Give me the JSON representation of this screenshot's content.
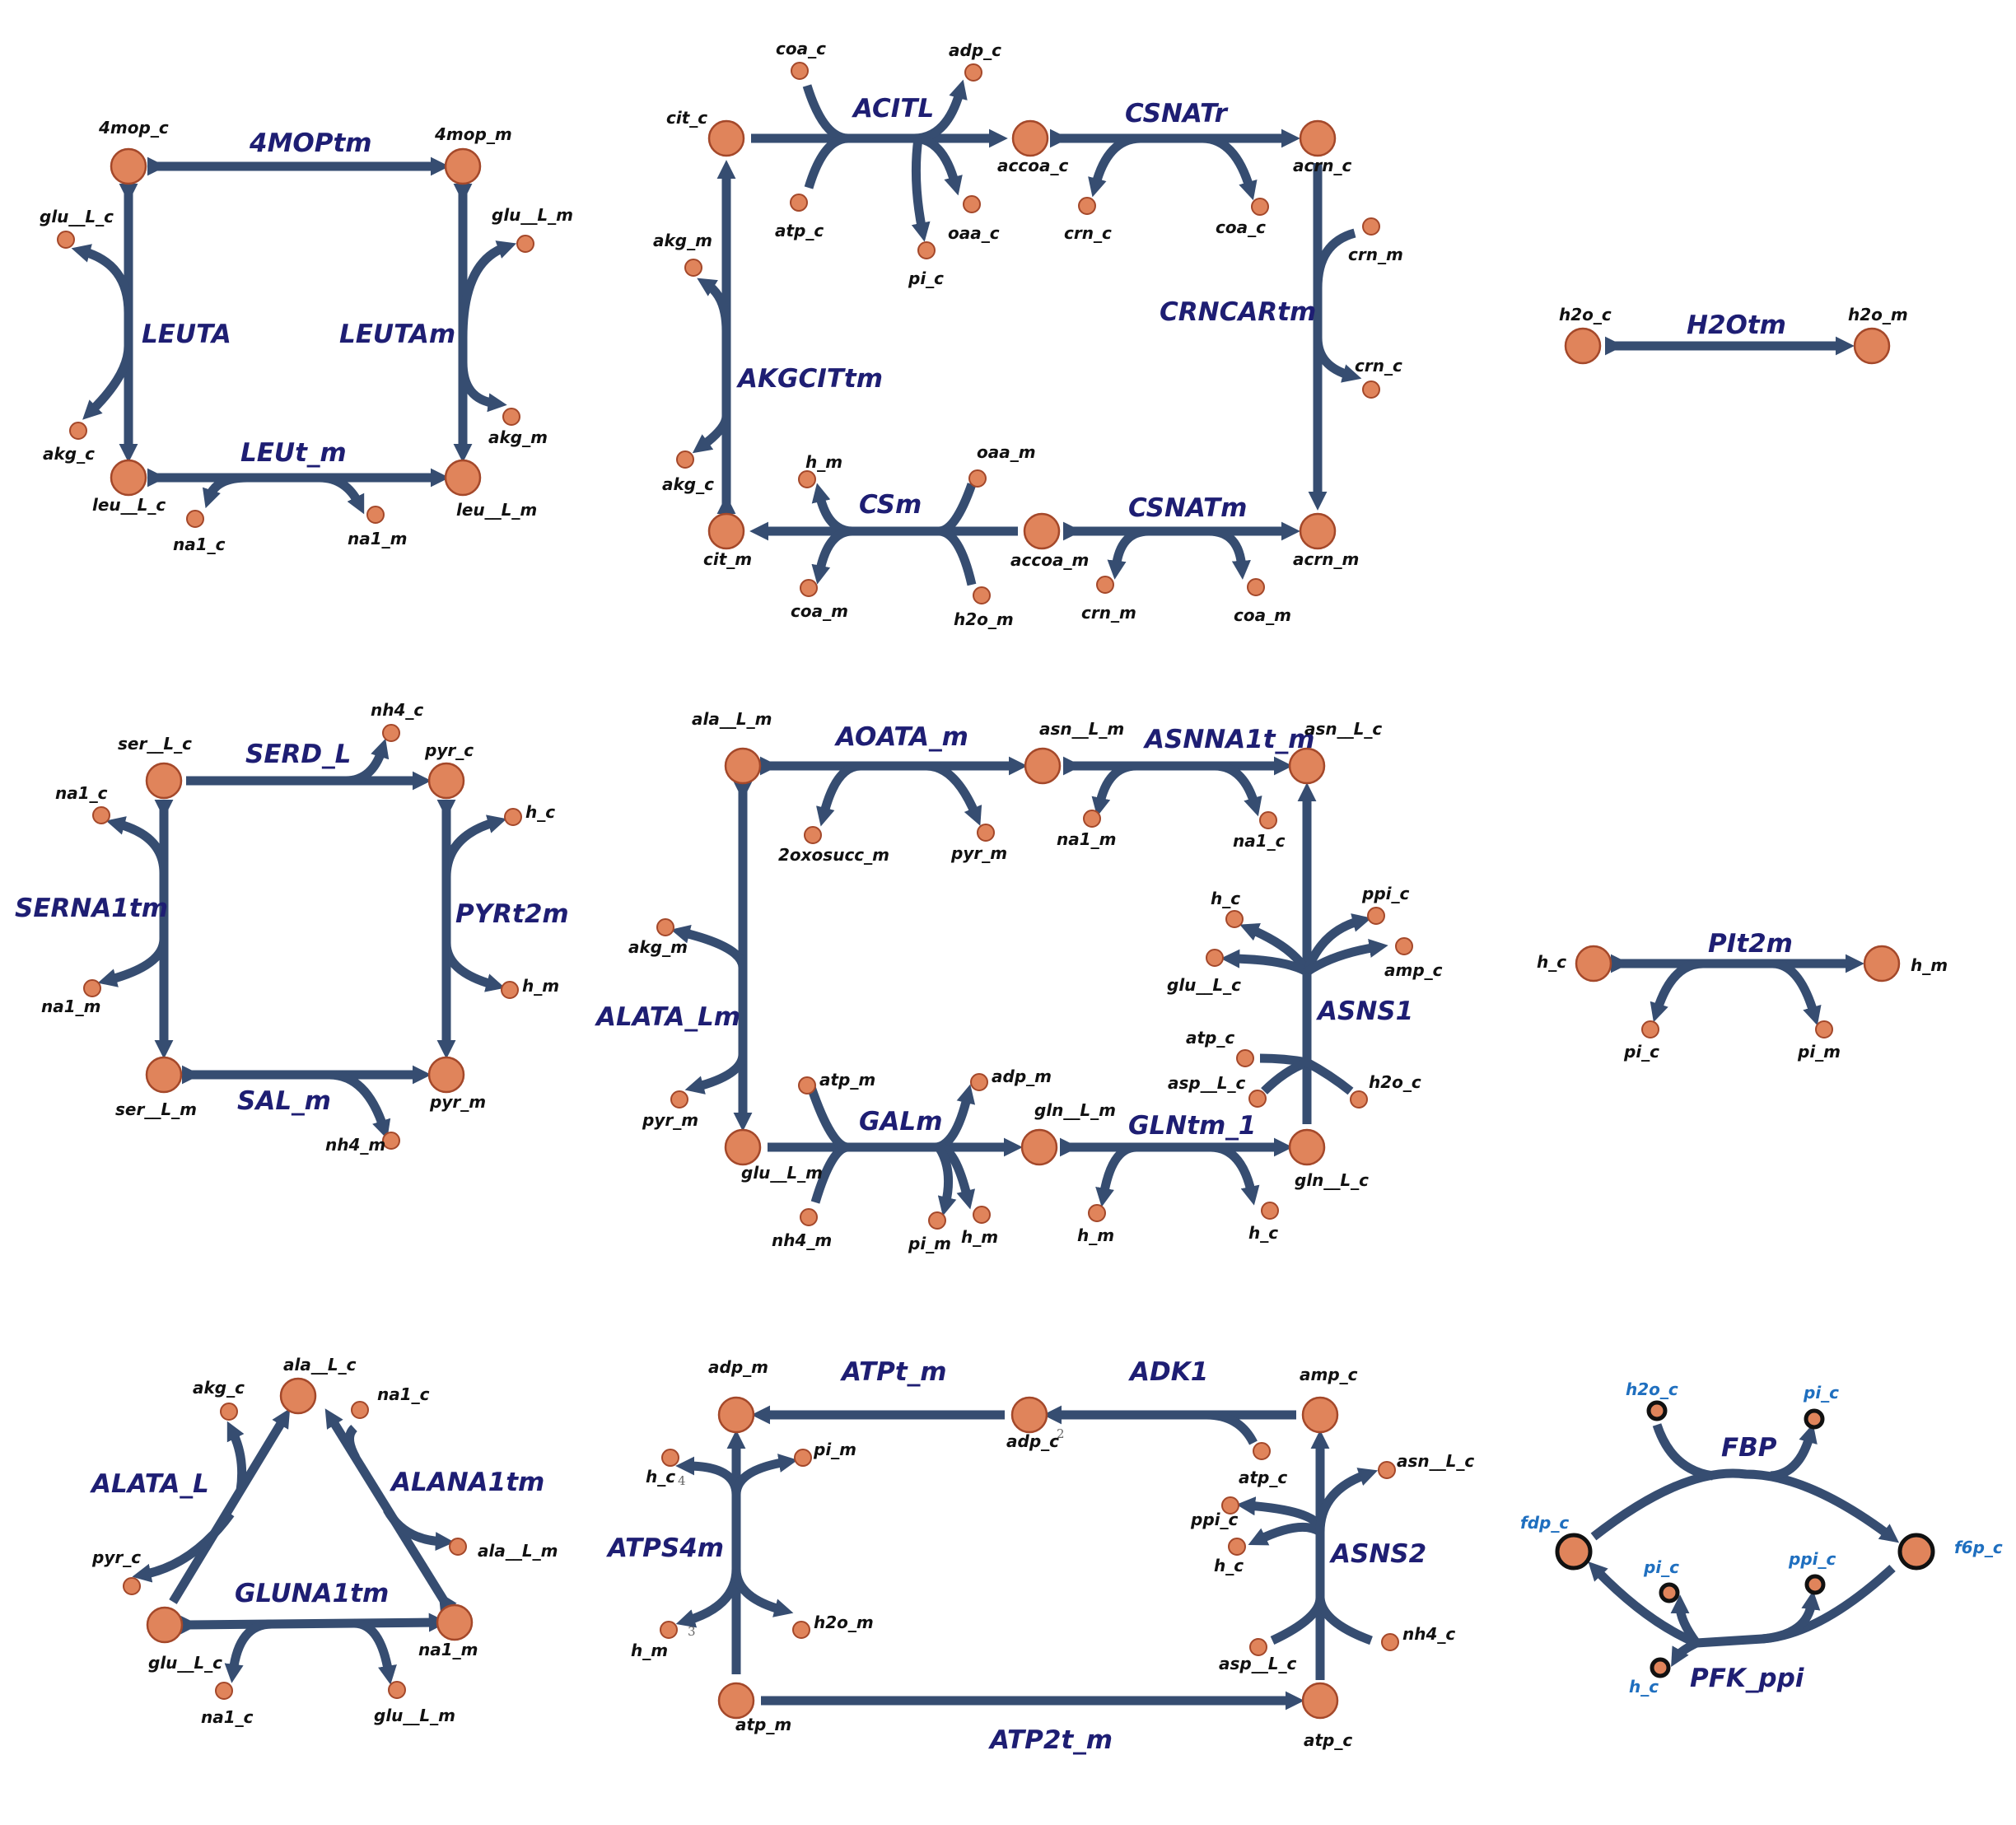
{
  "reactions": {
    "r_4moptm": "4MOPtm",
    "r_leuta": "LEUTA",
    "r_leutam": "LEUTAm",
    "r_leut_m": "LEUt_m",
    "r_acitl": "ACITL",
    "r_csnatr": "CSNATr",
    "r_crncartm": "CRNCARtm",
    "r_akgcittm": "AKGCITtm",
    "r_csm": "CSm",
    "r_csnatm": "CSNATm",
    "r_h2otm": "H2Otm",
    "r_serd_l": "SERD_L",
    "r_serna1tm": "SERNA1tm",
    "r_pyrt2m": "PYRt2m",
    "r_sal_m": "SAL_m",
    "r_aoata_m": "AOATA_m",
    "r_asnna1t_m": "ASNNA1t_m",
    "r_asns1": "ASNS1",
    "r_alata_lm": "ALATA_Lm",
    "r_galm": "GALm",
    "r_glntm_1": "GLNtm_1",
    "r_pit2m": "PIt2m",
    "r_alata_l": "ALATA_L",
    "r_alana1tm": "ALANA1tm",
    "r_gluna1tm": "GLUNA1tm",
    "r_atpt_m": "ATPt_m",
    "r_adk1": "ADK1",
    "r_atps4m": "ATPS4m",
    "r_asns2": "ASNS2",
    "r_atp2t_m": "ATP2t_m",
    "r_fbp": "FBP",
    "r_pfk_ppi": "PFK_ppi"
  },
  "metabolites": {
    "m_4mop_c": "4mop_c",
    "m_4mop_m": "4mop_m",
    "m_glu_L_c_1": "glu__L_c",
    "m_akg_c_1": "akg_c",
    "m_glu_L_m_1": "glu__L_m",
    "m_akg_m_1": "akg_m",
    "m_leu_L_c": "leu__L_c",
    "m_leu_L_m": "leu__L_m",
    "m_na1_c_1": "na1_c",
    "m_na1_m_1": "na1_m",
    "m_cit_c": "cit_c",
    "m_coa_c_1": "coa_c",
    "m_atp_c_1": "atp_c",
    "m_adp_c_1": "adp_c",
    "m_oaa_c": "oaa_c",
    "m_pi_c_1": "pi_c",
    "m_accoa_c": "accoa_c",
    "m_acrn_c": "acrn_c",
    "m_crn_c_1": "crn_c",
    "m_coa_c_2": "coa_c",
    "m_crn_m_1": "crn_m",
    "m_crn_c_2": "crn_c",
    "m_akg_m_2": "akg_m",
    "m_akg_c_2": "akg_c",
    "m_cit_m": "cit_m",
    "m_h_m_1": "h_m",
    "m_coa_m_1": "coa_m",
    "m_oaa_m": "oaa_m",
    "m_h2o_m_1": "h2o_m",
    "m_accoa_m": "accoa_m",
    "m_crn_m_2": "crn_m",
    "m_coa_m_2": "coa_m",
    "m_acrn_m": "acrn_m",
    "m_h2o_c_1": "h2o_c",
    "m_h2o_m_2": "h2o_m",
    "m_ser_L_c": "ser__L_c",
    "m_nh4_c_1": "nh4_c",
    "m_pyr_c": "pyr_c",
    "m_na1_c_2": "na1_c",
    "m_na1_m_2": "na1_m",
    "m_h_c_1": "h_c",
    "m_h_m_2": "h_m",
    "m_ser_L_m": "ser__L_m",
    "m_pyr_m_1": "pyr_m",
    "m_nh4_m_1": "nh4_m",
    "m_ala_L_m_1": "ala__L_m",
    "m_2oxosucc_m": "2oxosucc_m",
    "m_pyr_m_2": "pyr_m",
    "m_asn_L_m": "asn__L_m",
    "m_na1_m_3": "na1_m",
    "m_na1_c_3": "na1_c",
    "m_asn_L_c_1": "asn__L_c",
    "m_h_c_2": "h_c",
    "m_ppi_c_1": "ppi_c",
    "m_glu_L_c_2": "glu__L_c",
    "m_amp_c_1": "amp_c",
    "m_atp_c_2": "atp_c",
    "m_asp_L_c_1": "asp__L_c",
    "m_h2o_c_2": "h2o_c",
    "m_akg_m_3": "akg_m",
    "m_pyr_m_3": "pyr_m",
    "m_glu_L_m_2": "glu__L_m",
    "m_atp_m_1": "atp_m",
    "m_adp_m_1": "adp_m",
    "m_nh4_m_2": "nh4_m",
    "m_pi_m_1": "pi_m",
    "m_h_m_3": "h_m",
    "m_gln_L_m": "gln__L_m",
    "m_gln_L_c": "gln__L_c",
    "m_h_m_4": "h_m",
    "m_h_c_3": "h_c",
    "m_h_c_4": "h_c",
    "m_h_m_5": "h_m",
    "m_pi_c_2": "pi_c",
    "m_pi_m_2": "pi_m",
    "m_ala_L_c": "ala__L_c",
    "m_akg_c_3": "akg_c",
    "m_na1_c_4": "na1_c",
    "m_pyr_c_2": "pyr_c",
    "m_ala_L_m_2": "ala__L_m",
    "m_glu_L_c_3": "glu__L_c",
    "m_na1_m_4": "na1_m",
    "m_na1_c_5": "na1_c",
    "m_glu_L_m_3": "glu__L_m",
    "m_adp_m_2": "adp_m",
    "m_adp_c_2": "adp_c",
    "m_amp_c_2": "amp_c",
    "m_atp_c_3": "atp_c",
    "m_h_c_5": "h_c",
    "m_pi_m_3": "pi_m",
    "m_ppi_c_2": "ppi_c",
    "m_h_c_6": "h_c",
    "m_asn_L_c_2": "asn__L_c",
    "m_h_m_6": "h_m",
    "m_h2o_m_3": "h2o_m",
    "m_asp_L_c_2": "asp__L_c",
    "m_nh4_c_2": "nh4_c",
    "m_atp_m_2": "atp_m",
    "m_atp_c_4": "atp_c",
    "m_h2o_c_3": "h2o_c",
    "m_pi_c_3": "pi_c",
    "m_fdp_c": "fdp_c",
    "m_f6p_c": "f6p_c",
    "m_pi_c_4": "pi_c",
    "m_ppi_c_3": "ppi_c",
    "m_h_c_7": "h_c"
  },
  "annotations": {
    "n2": "2",
    "n3": "3",
    "n4": "4"
  },
  "colors": {
    "reaction": "#364d71",
    "metabolite_fill": "#e0845b",
    "reaction_label": "#1e1e73",
    "highlight_label": "#1f6fbf"
  }
}
